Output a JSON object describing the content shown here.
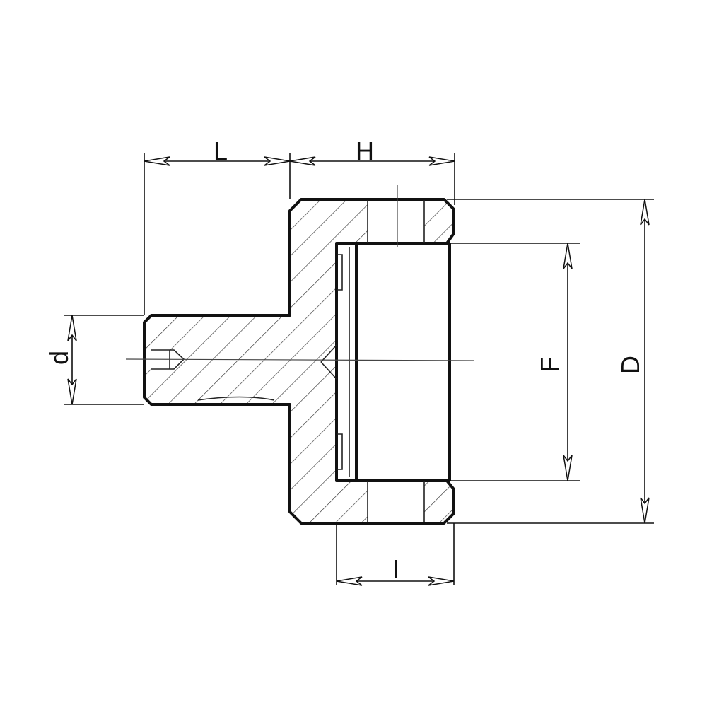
{
  "dimensions": {
    "L": "L",
    "H": "H",
    "d": "d",
    "F": "F",
    "D": "D",
    "l": "l"
  }
}
